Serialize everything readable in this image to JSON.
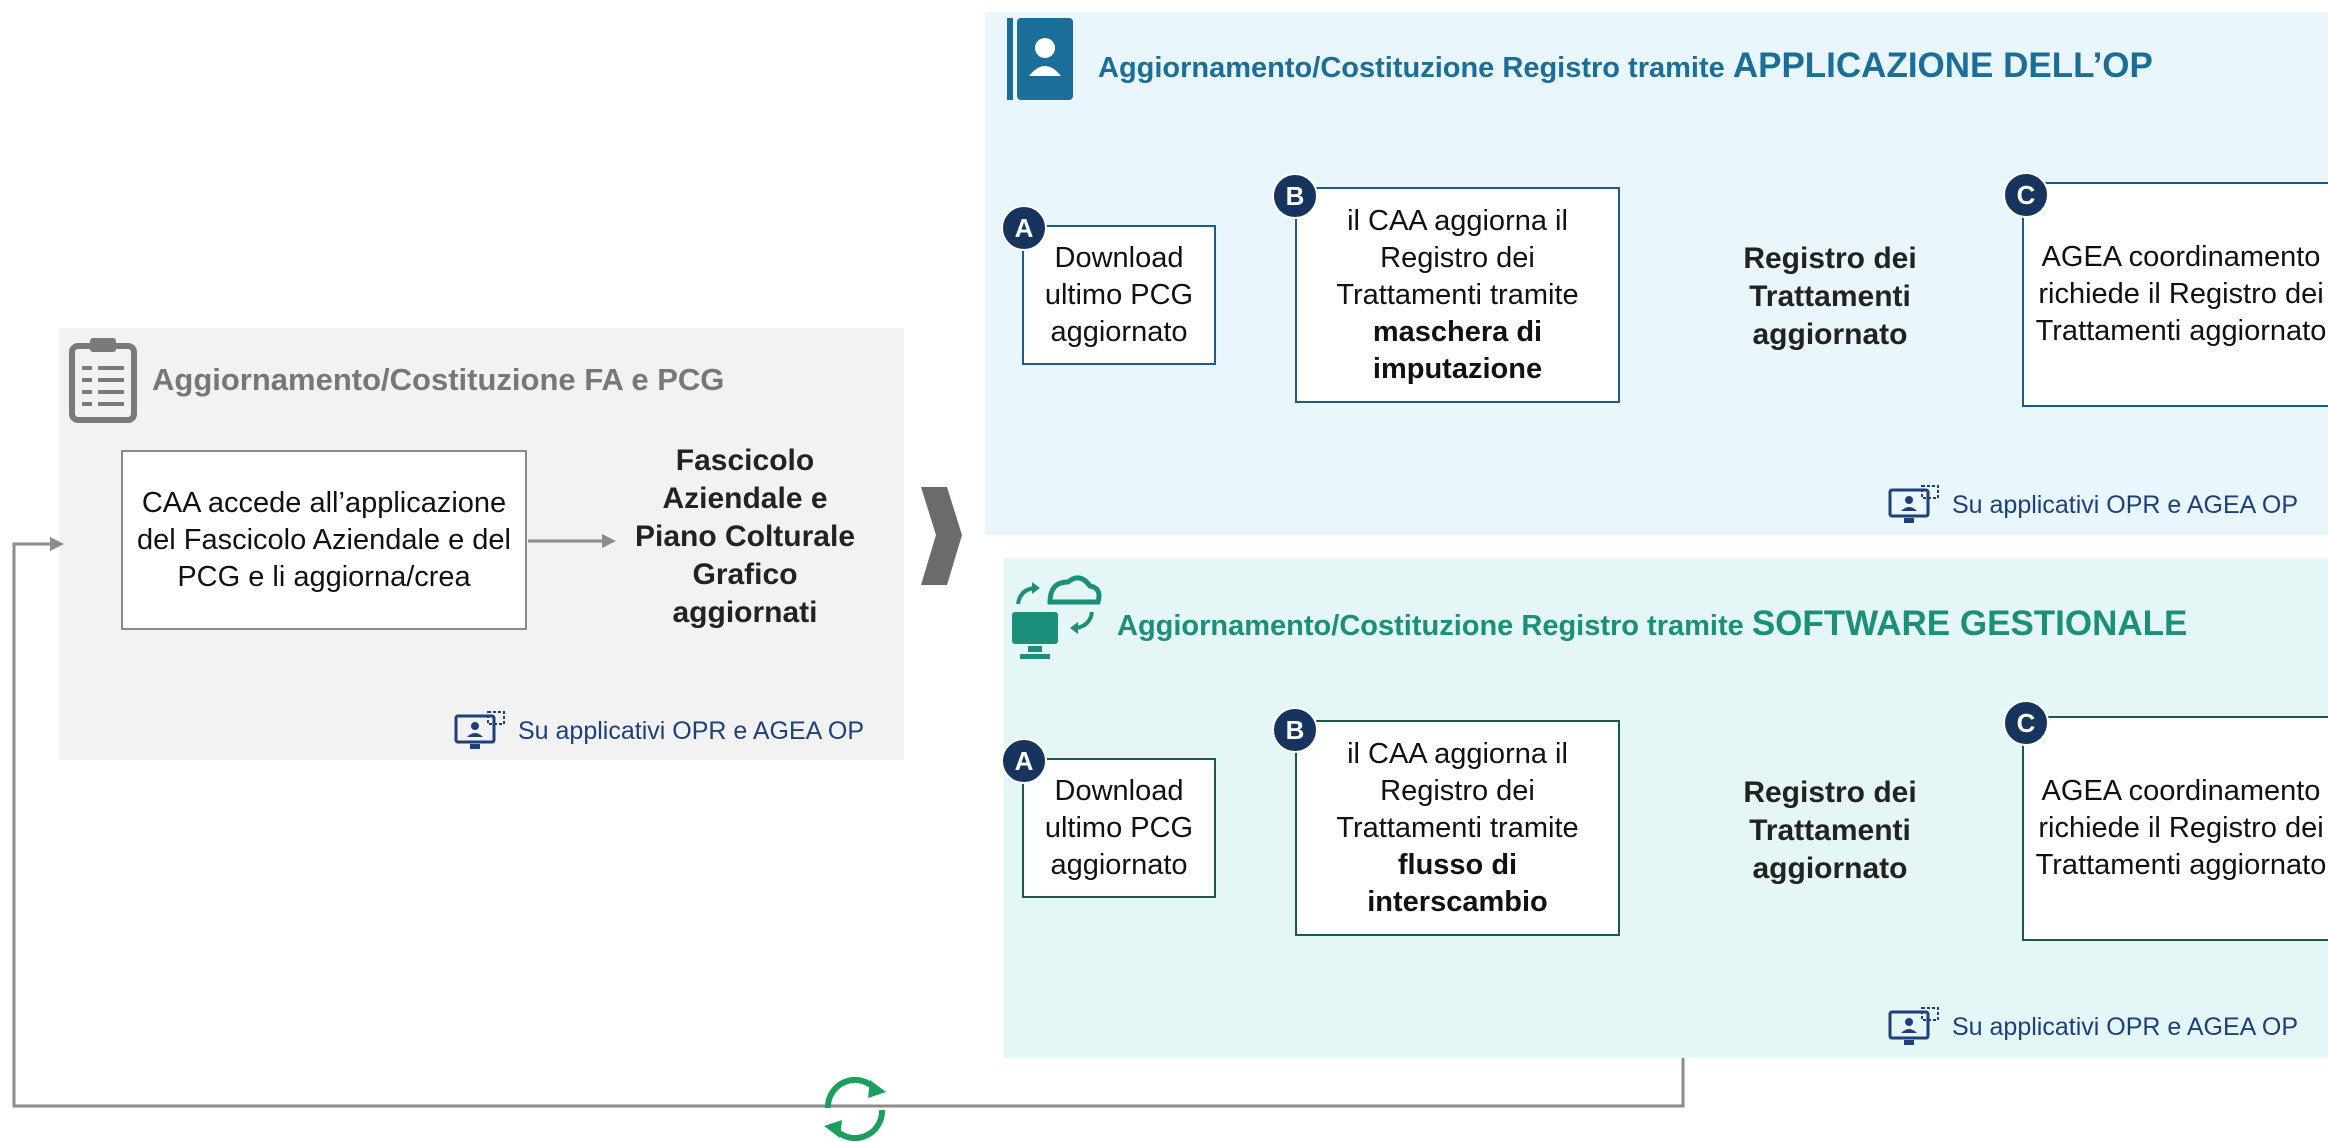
{
  "fa_panel": {
    "title": "Aggiornamento/Costituzione FA e PCG",
    "step_text": "CAA accede all’applicazione del Fascicolo Aziendale e del PCG e li aggiorna/crea",
    "result": "Fascicolo Aziendale e Piano Colturale Grafico aggiornati",
    "footnote": "Su applicativi OPR e AGEA OP",
    "icon": "clipboard-checklist-icon"
  },
  "op_panel": {
    "title_prefix": "Aggiornamento/Costituzione Registro tramite ",
    "title_highlight": "APPLICAZIONE DELL’OP",
    "icon": "contact-book-icon",
    "accent": "#1b6e97",
    "steps": [
      {
        "badge": "A",
        "text": "Download ultimo PCG aggiornato"
      },
      {
        "badge": "B",
        "text": "il CAA aggiorna il Registro dei Trattamenti tramite",
        "bold": "maschera di imputazione"
      },
      {
        "badge": "C",
        "text": "AGEA coordinamento richiede il Registro dei Trattamenti aggiornato"
      }
    ],
    "result": "Registro dei Trattamenti aggiornato",
    "footnote": "Su applicativi OPR e AGEA OP"
  },
  "sw_panel": {
    "title_prefix": "Aggiornamento/Costituzione Registro tramite ",
    "title_highlight": "SOFTWARE GESTIONALE",
    "icon": "cloud-computer-icon",
    "accent": "#1b8f7a",
    "steps": [
      {
        "badge": "A",
        "text": "Download ultimo PCG aggiornato"
      },
      {
        "badge": "B",
        "text": "il CAA aggiorna il Registro dei Trattamenti tramite",
        "bold": "flusso di interscambio"
      },
      {
        "badge": "C",
        "text": "AGEA coordinamento richiede il Registro dei Trattamenti aggiornato"
      }
    ],
    "result": "Registro dei Trattamenti aggiornato",
    "footnote": "Su applicativi OPR e AGEA OP"
  },
  "loop_icon": "refresh-cycle-icon",
  "colors": {
    "navy_badge": "#16345e",
    "fa_title": "#777777",
    "footnote": "#1d3f7a",
    "arrow": "#8c8c8c"
  }
}
